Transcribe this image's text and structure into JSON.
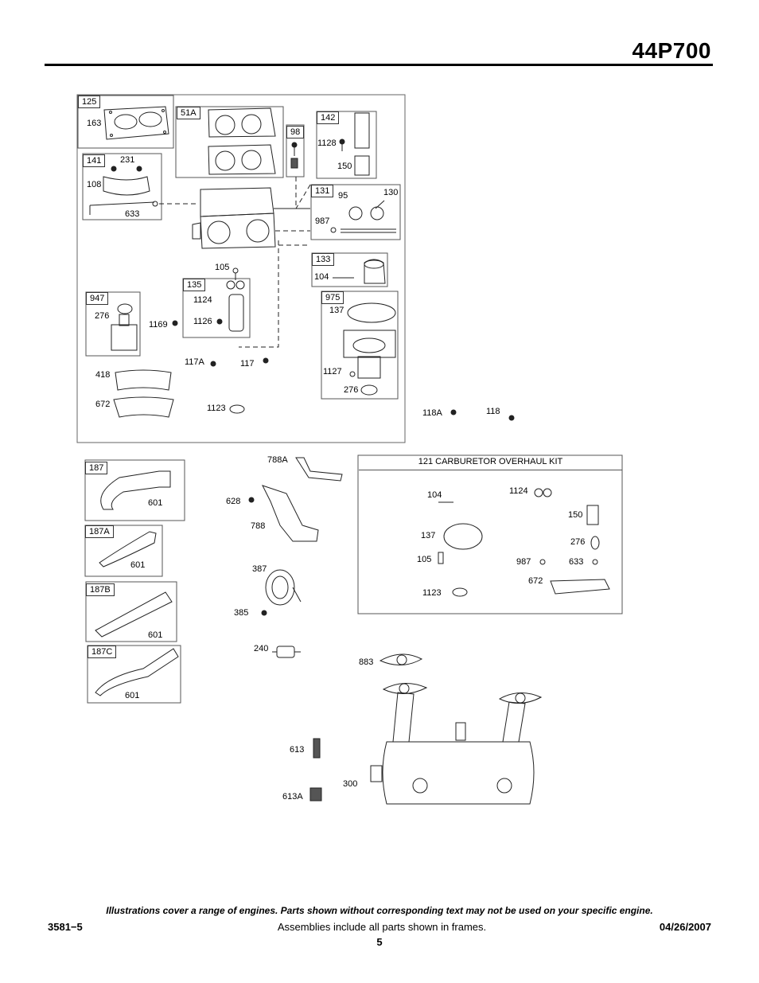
{
  "header": {
    "model": "44P700"
  },
  "frames": {
    "f125": "125",
    "f51A": "51A",
    "f98": "98",
    "f142": "142",
    "f141": "141",
    "f131": "131",
    "f133": "133",
    "f947": "947",
    "f135": "135",
    "f975": "975",
    "f187": "187",
    "f187A": "187A",
    "f187B": "187B",
    "f187C": "187C"
  },
  "labels": {
    "p163": "163",
    "p231": "231",
    "p108": "108",
    "p633a": "633",
    "p1128a": "1128",
    "p150a": "150",
    "p95": "95",
    "p130": "130",
    "p987a": "987",
    "p105a": "105",
    "p104a": "104",
    "p1124a": "1124",
    "p1126": "1126",
    "p276a": "276",
    "p1169": "1169",
    "p137a": "137",
    "p117A": "117A",
    "p117": "117",
    "p1127": "1127",
    "p276b": "276",
    "p418": "418",
    "p672a": "672",
    "p1123a": "1123",
    "p118A": "118A",
    "p118": "118",
    "p788A": "788A",
    "p628": "628",
    "p788": "788",
    "p387": "387",
    "p385": "385",
    "p240": "240",
    "p883": "883",
    "p613": "613",
    "p613A": "613A",
    "p300": "300",
    "p601a": "601",
    "p601b": "601",
    "p601c": "601",
    "p601d": "601",
    "k104": "104",
    "k1124": "1124",
    "k150": "150",
    "k137": "137",
    "k276": "276",
    "k105": "105",
    "k987": "987",
    "k633": "633",
    "k672": "672",
    "k1123": "1123"
  },
  "kit": {
    "title": "121 CARBURETOR OVERHAUL KIT"
  },
  "footer": {
    "disclaimer": "Illustrations cover a range of engines. Parts shown without corresponding text may not be used on your specific engine.",
    "doc_code": "3581−5",
    "note": "Assemblies include all parts shown in frames.",
    "date": "04/26/2007",
    "page": "5"
  }
}
